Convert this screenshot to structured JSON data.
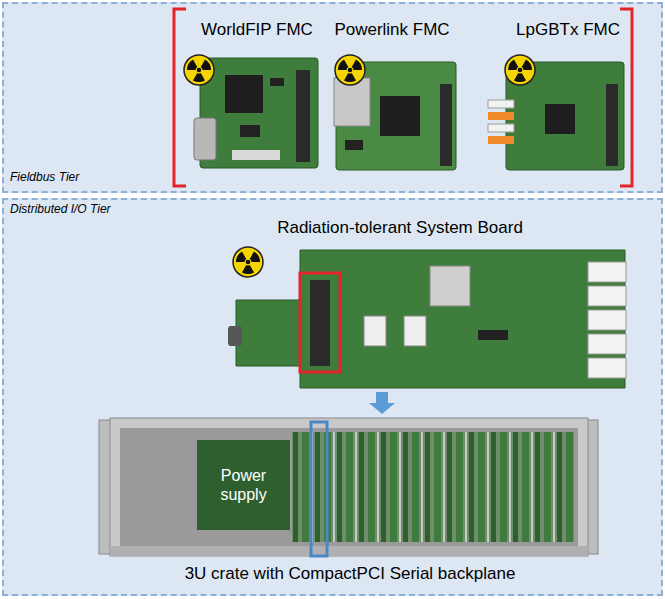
{
  "diagram": {
    "nodes": [
      {
        "text": [
          "Fieldbus Tier"
        ]
      },
      {
        "text": [
          "WorldFIP FMC"
        ],
        "in": 0
      },
      {
        "text": [
          "Powerlink FMC"
        ],
        "in": 0
      },
      {
        "text": [
          "LpGBTx FMC"
        ],
        "in": 0
      },
      {
        "text": [
          "Distributed I/O Tier"
        ]
      },
      {
        "text": [
          "Radiation-tolerant System Board"
        ],
        "in": 4
      },
      {
        "text": [
          "3U crate with CompactPCI Serial backplane"
        ],
        "in": 4
      },
      {
        "text": [
          "Power supply"
        ],
        "in": 6
      }
    ],
    "edges": [
      {
        "from": 5,
        "to": 6,
        "arrow": "to"
      }
    ]
  }
}
